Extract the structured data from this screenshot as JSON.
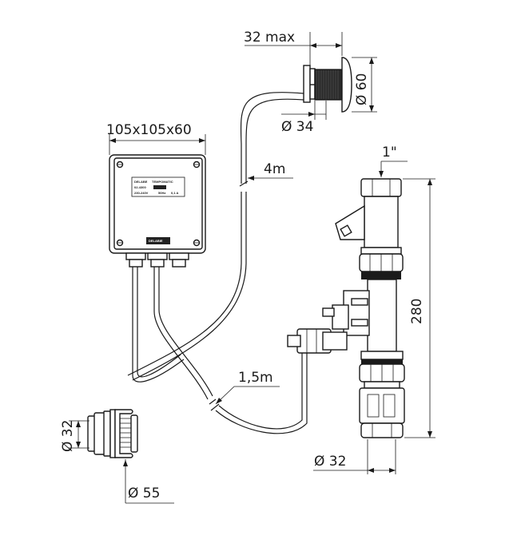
{
  "dimensions": {
    "pushbutton_depth": "32 max",
    "pushbutton_diameter": "Ø 60",
    "pushbutton_body_diameter": "Ø 34",
    "box_size": "105x105x60",
    "cable_long": "4m",
    "inlet_thread": "1\"",
    "valve_height": "280",
    "cable_short": "1,5m",
    "outlet_diameter": "Ø 32",
    "connector_inner": "Ø 32",
    "connector_outer": "Ø 55"
  },
  "box_label": {
    "line1a": "DELABE",
    "line1b": "TEMPOMATIC",
    "line2a": "02-4300",
    "line3a": "230-240V",
    "line3b": "50Hz",
    "line3c": "0,1 A",
    "logo": "DELABIE"
  }
}
